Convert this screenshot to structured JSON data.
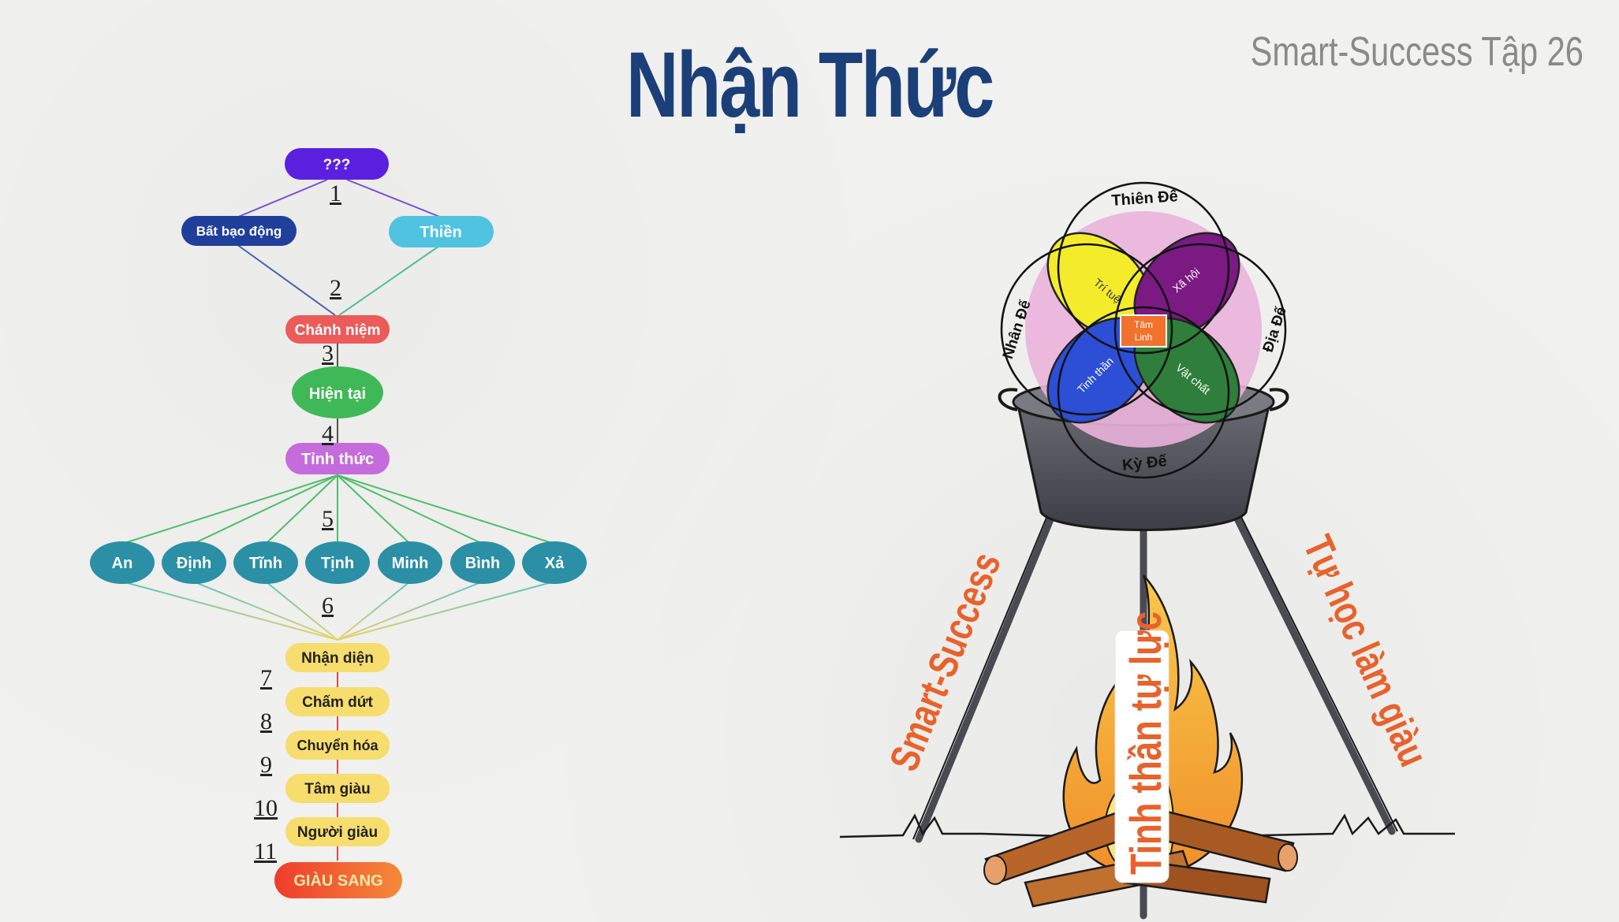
{
  "header": {
    "title": "Nhận Thức",
    "subtitle": "Smart-Success Tập 26"
  },
  "flow": {
    "top": "???",
    "branch_left": "Bất bạo động",
    "branch_right": "Thiền",
    "mindfulness": "Chánh niệm",
    "present": "Hiện tại",
    "awake": "Tỉnh thức",
    "qualities": [
      "An",
      "Định",
      "Tĩnh",
      "Tịnh",
      "Minh",
      "Bình",
      "Xả"
    ],
    "stages": [
      "Nhận diện",
      "Chấm dứt",
      "Chuyển hóa",
      "Tâm giàu",
      "Người giàu"
    ],
    "final": "GIÀU SANG",
    "step_numbers": [
      "1",
      "2",
      "3",
      "4",
      "5",
      "6",
      "7",
      "8",
      "9",
      "10",
      "11"
    ]
  },
  "venn": {
    "outer": [
      "Thiên Đế",
      "Địa Đế",
      "Kỳ Đế",
      "Nhân Đế"
    ],
    "petals": [
      "Trí tuệ",
      "Xã hội",
      "Vật chất",
      "Tinh thần"
    ],
    "center": "Tâm Linh"
  },
  "pot": {
    "left_leg": "Smart-Success",
    "right_leg": "Tự học làm giàu",
    "center_banner": "Tinh thần tự lực"
  },
  "colors": {
    "title": "#1b3f78",
    "top_node": "#5b1fe0",
    "branch_left": "#1f3f9a",
    "branch_right": "#4fc3e0",
    "mindfulness": "#ec5a5a",
    "present": "#3fb957",
    "awake": "#c46cdc",
    "quality": "#2b8fa5",
    "stage": "#f7dd6d",
    "final": "#f04a2c",
    "leg_text": "#e8622c"
  }
}
